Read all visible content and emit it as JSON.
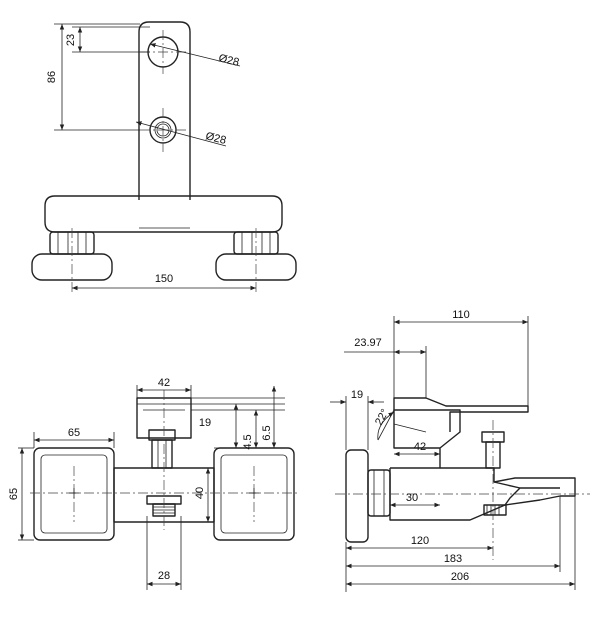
{
  "top_view": {
    "dim_offset": "23",
    "dim_inlet_spacing": "86",
    "dim_upper_diameter": "Ø28",
    "dim_lower_diameter": "Ø28",
    "dim_center_distance": "150"
  },
  "front_view": {
    "dim_handle_width": "42",
    "dim_body_width": "65",
    "dim_body_height": "65",
    "dim_height_19": "19",
    "dim_height_4_5": "4.5",
    "dim_height_6_5": "6.5",
    "dim_body_depth": "40",
    "dim_outlet_width": "28"
  },
  "side_view": {
    "dim_handle_length": "110",
    "dim_handle_offset": "23.97",
    "dim_flange": "19",
    "dim_angle": "22°",
    "dim_handle_base": "42",
    "dim_body_30": "30",
    "dim_length_120": "120",
    "dim_length_183": "183",
    "dim_length_206": "206"
  }
}
